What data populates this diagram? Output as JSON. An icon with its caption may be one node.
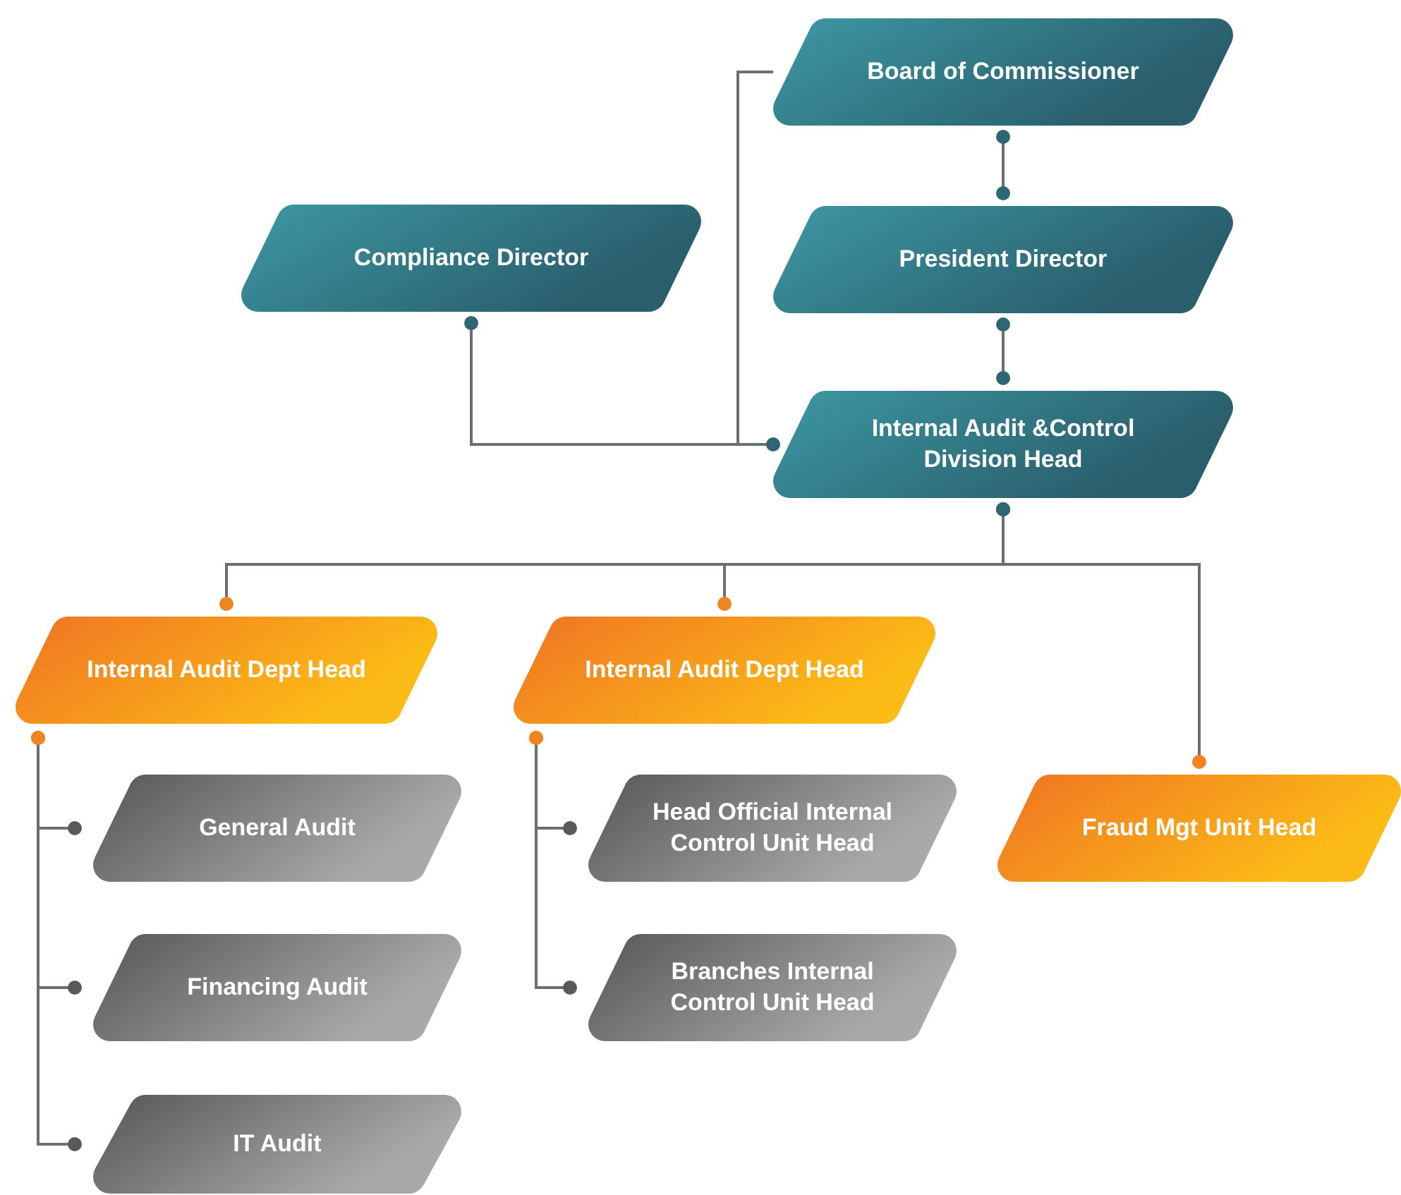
{
  "diagram": {
    "nodes": [
      {
        "text": [
          "Board of Commissioner"
        ]
      },
      {
        "text": [
          "Compliance Director"
        ]
      },
      {
        "text": [
          "President Director"
        ]
      },
      {
        "text": [
          "Internal Audit &Control Division Head"
        ]
      },
      {
        "text": [
          "Internal Audit Dept Head"
        ]
      },
      {
        "text": [
          "Internal Audit Dept Head"
        ]
      },
      {
        "text": [
          "Fraud Mgt Unit Head"
        ]
      },
      {
        "text": [
          "General Audit"
        ]
      },
      {
        "text": [
          "Financing Audit"
        ]
      },
      {
        "text": [
          "IT Audit"
        ]
      },
      {
        "text": [
          "Head Official Internal Control Unit Head"
        ]
      },
      {
        "text": [
          "Branches Internal Control Unit Head"
        ]
      }
    ],
    "edges": [
      {
        "from": 0,
        "to": 2,
        "arrow": "other"
      },
      {
        "from": 2,
        "to": 3,
        "arrow": "other"
      },
      {
        "from": 0,
        "to": 3,
        "arrow": "none"
      },
      {
        "from": 1,
        "to": 3,
        "arrow": "other"
      },
      {
        "from": 3,
        "to": 4,
        "arrow": "other"
      },
      {
        "from": 3,
        "to": 5,
        "arrow": "other"
      },
      {
        "from": 3,
        "to": 6,
        "arrow": "other"
      },
      {
        "from": 4,
        "to": 7,
        "arrow": "other"
      },
      {
        "from": 4,
        "to": 8,
        "arrow": "other"
      },
      {
        "from": 4,
        "to": 9,
        "arrow": "other"
      },
      {
        "from": 5,
        "to": 10,
        "arrow": "other"
      },
      {
        "from": 5,
        "to": 11,
        "arrow": "other"
      }
    ]
  }
}
